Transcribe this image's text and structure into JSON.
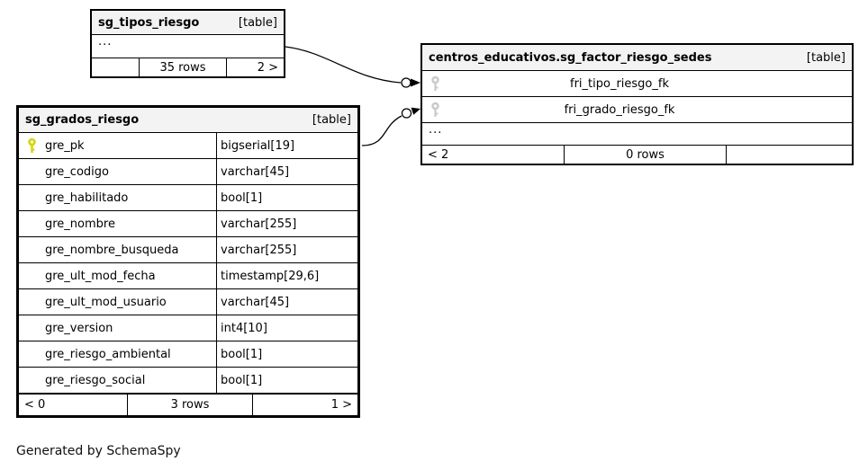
{
  "diagram": {
    "generator_note": "Generated by SchemaSpy",
    "colors": {
      "background": "#ffffff",
      "header_bg": "#f3f3f3",
      "border": "#000000",
      "primary_key_icon": "#d4d400",
      "foreign_key_icon": "#c9c9c9",
      "relationship_line": "#000000"
    }
  },
  "tipos_table": {
    "title": "sg_tipos_riesgo",
    "tag": "[table]",
    "collapsed_indicator": "...",
    "footer": {
      "left": "",
      "center": "35 rows",
      "right": "2 >"
    }
  },
  "factor_table": {
    "title": "centros_educativos.sg_factor_riesgo_sedes",
    "tag": "[table]",
    "rows": [
      {
        "name": "fri_tipo_riesgo_fk",
        "key": "foreign"
      },
      {
        "name": "fri_grado_riesgo_fk",
        "key": "foreign"
      }
    ],
    "collapsed_indicator": "...",
    "footer": {
      "left": "< 2",
      "center": "0 rows",
      "right": ""
    }
  },
  "grados_table": {
    "title": "sg_grados_riesgo",
    "tag": "[table]",
    "columns": [
      {
        "name": "gre_pk",
        "type": "bigserial[19]",
        "key": "primary"
      },
      {
        "name": "gre_codigo",
        "type": "varchar[45]",
        "key": ""
      },
      {
        "name": "gre_habilitado",
        "type": "bool[1]",
        "key": ""
      },
      {
        "name": "gre_nombre",
        "type": "varchar[255]",
        "key": ""
      },
      {
        "name": "gre_nombre_busqueda",
        "type": "varchar[255]",
        "key": ""
      },
      {
        "name": "gre_ult_mod_fecha",
        "type": "timestamp[29,6]",
        "key": ""
      },
      {
        "name": "gre_ult_mod_usuario",
        "type": "varchar[45]",
        "key": ""
      },
      {
        "name": "gre_version",
        "type": "int4[10]",
        "key": ""
      },
      {
        "name": "gre_riesgo_ambiental",
        "type": "bool[1]",
        "key": ""
      },
      {
        "name": "gre_riesgo_social",
        "type": "bool[1]",
        "key": ""
      }
    ],
    "footer": {
      "left": "< 0",
      "center": "3 rows",
      "right": "1 >"
    }
  }
}
